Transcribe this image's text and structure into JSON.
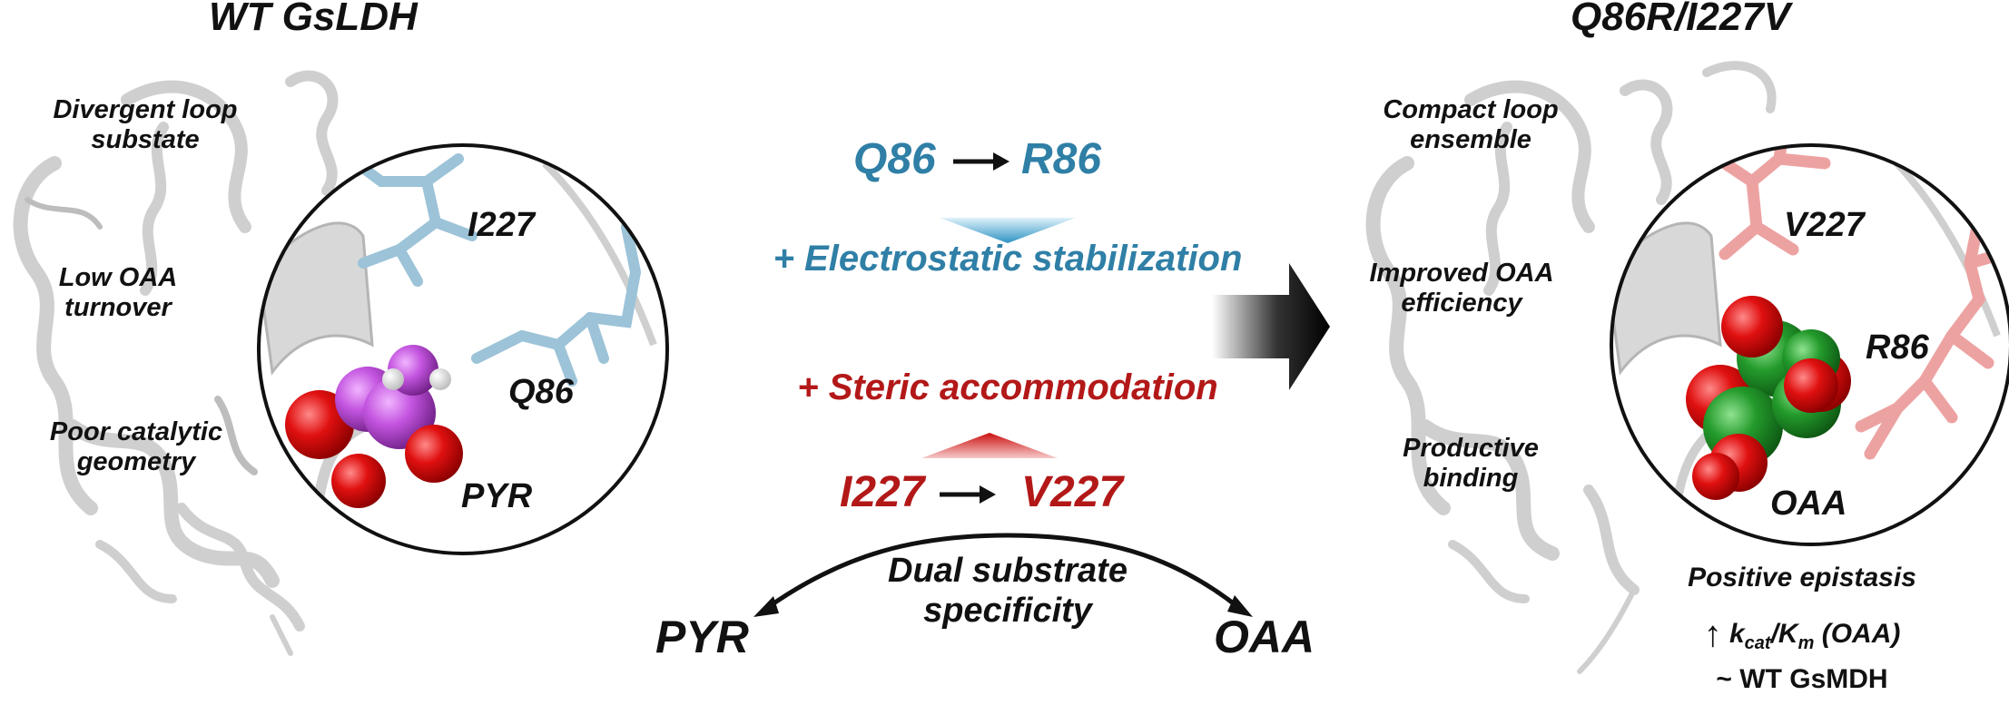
{
  "wt_panel": {
    "title": "WT GsLDH",
    "features": [
      {
        "line1": "Divergent loop",
        "line2": "substate"
      },
      {
        "line1": "Low OAA",
        "line2": "turnover"
      },
      {
        "line1": "Poor catalytic",
        "line2": "geometry"
      }
    ],
    "residue_top": "I227",
    "residue_mid": "Q86",
    "substrate": "PYR"
  },
  "mutant_panel": {
    "title": "Q86R/I227V",
    "features": [
      {
        "line1": "Compact loop",
        "line2": "ensemble"
      },
      {
        "line1": "Improved OAA",
        "line2": "efficiency"
      },
      {
        "line1": "Productive",
        "line2": "binding"
      }
    ],
    "residue_top": "V227",
    "residue_mid": "R86",
    "substrate": "OAA"
  },
  "mutation_1": {
    "from": "Q86",
    "to": "R86",
    "effect": "+ Electrostatic stabilization",
    "color": "#2f7fa6"
  },
  "mutation_2": {
    "from": "I227",
    "to": "V227",
    "effect": "+ Steric accommodation",
    "color": "#b31818"
  },
  "specificity": {
    "line1": "Dual substrate",
    "line2": "specificity",
    "left": "PYR",
    "right": "OAA"
  },
  "epistasis": {
    "title": "Positive epistasis",
    "arrow": "↑",
    "k": "k",
    "cat": "cat",
    "slash": "/",
    "K": "K",
    "m": "m",
    "suffix": " (OAA)",
    "comparison": "~ WT GsMDH"
  },
  "colors": {
    "protein": "#d2d2d2",
    "wt_residue": "#9cc3d8",
    "mutant_residue": "#eda2a2",
    "pyr_carbon": "#c455e0",
    "oaa_carbon": "#239a2b",
    "oxygen": "#e01010"
  }
}
